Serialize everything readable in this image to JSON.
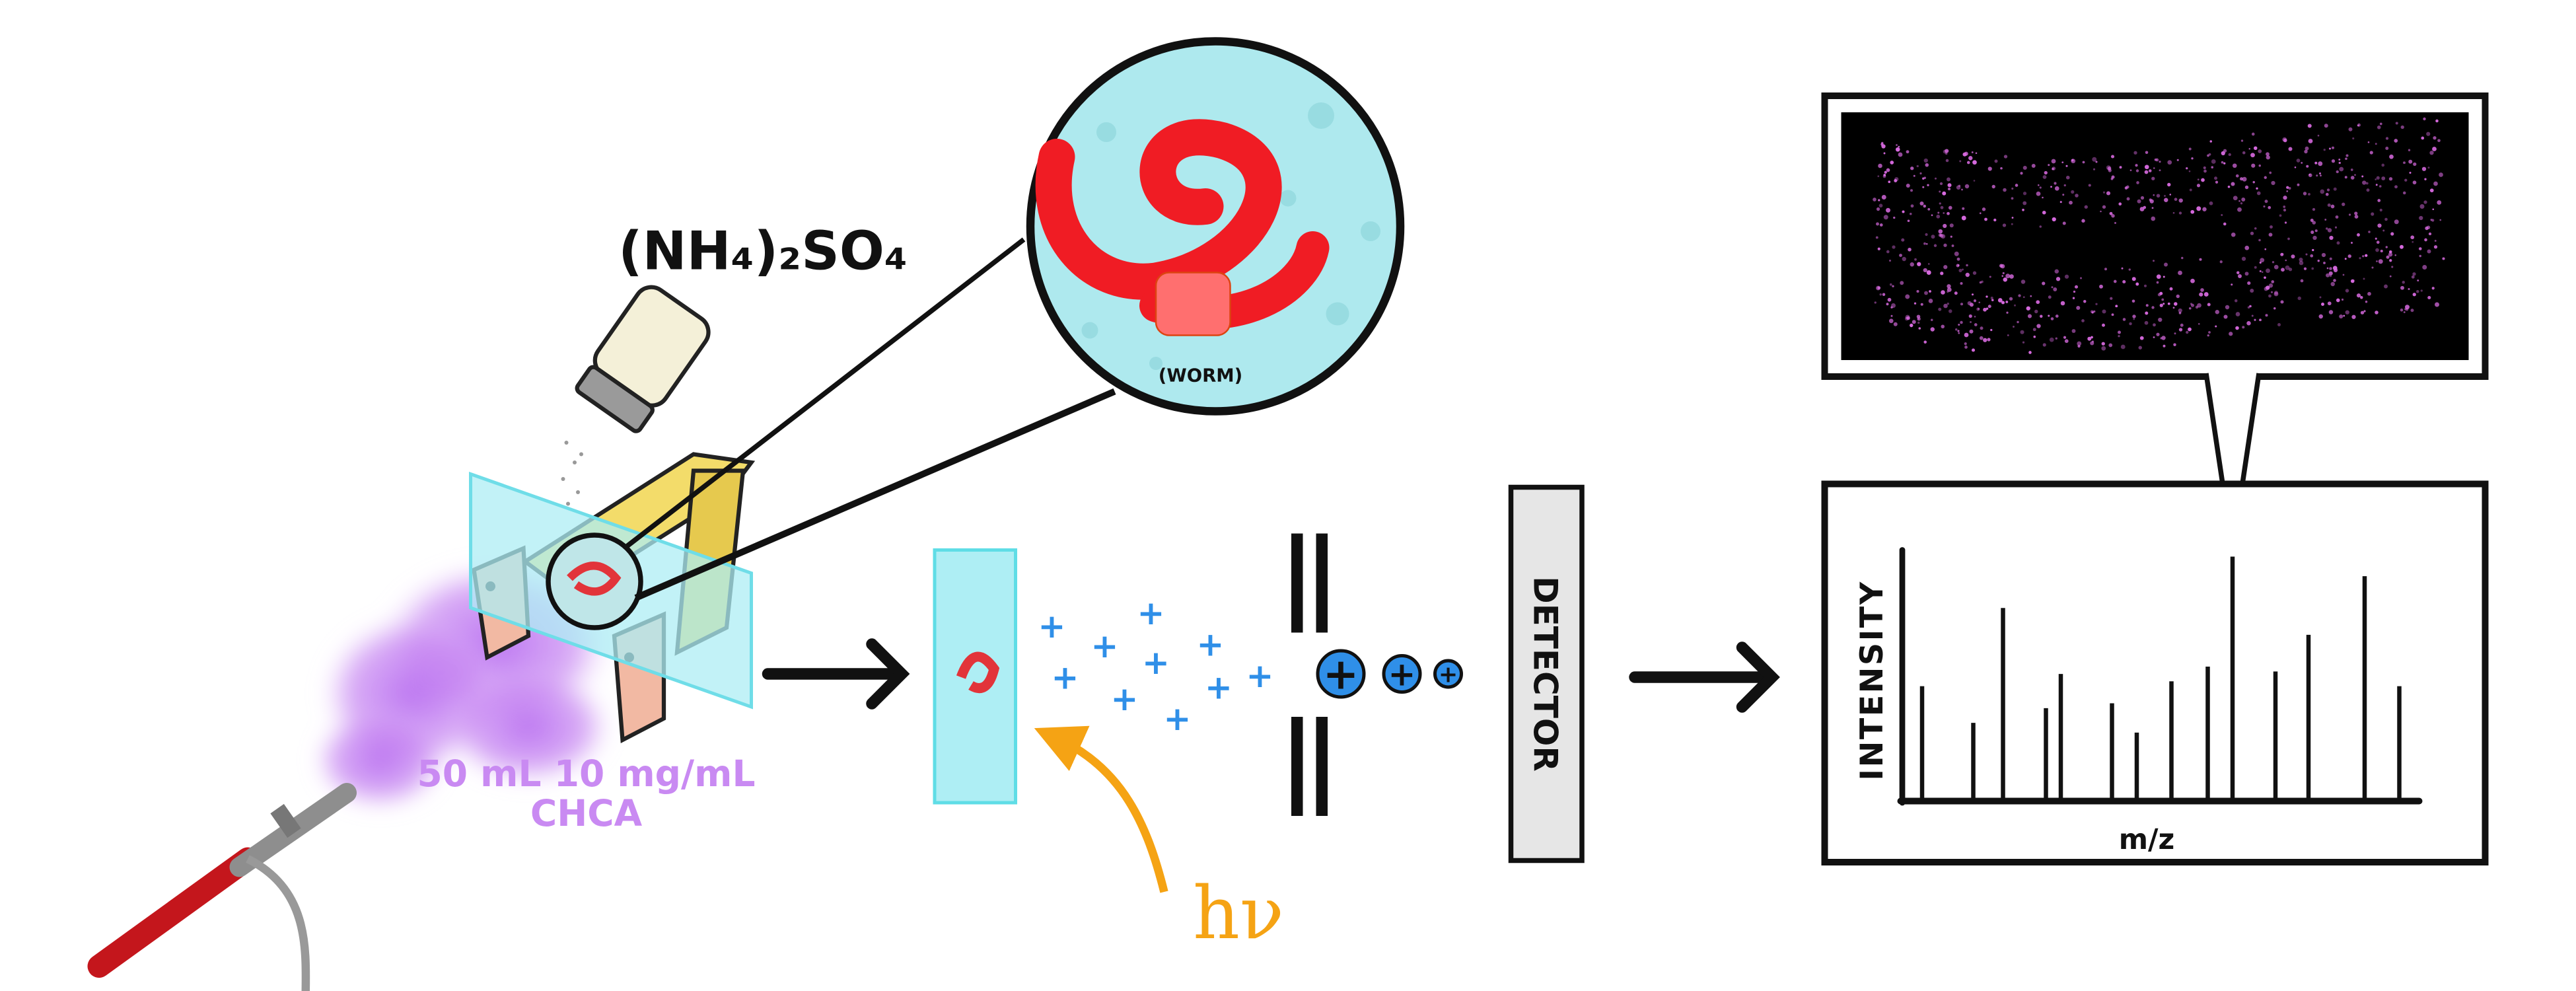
{
  "labels": {
    "reagent": "(NH₄)₂SO₄",
    "specimen": "(WORM)",
    "matrix_amount": "50 mL  10 mg/mL",
    "matrix_name": "CHCA",
    "laser": "hν",
    "detector": "DETECTOR",
    "y_axis": "INTENSITY",
    "x_axis": "m/z"
  },
  "colors": {
    "matrix_purple": "#c98af2",
    "slide_cyan": "#aeeef4",
    "ion_blue": "#2f8fe8",
    "laser_orange": "#f5a314",
    "highlight_green": "#22dd88",
    "worm_red": "#f01c24",
    "detector_gray": "#e6e6e6",
    "image_magenta": "#d86ae0"
  },
  "icons": [
    "salt-shaker-icon",
    "airbrush-icon",
    "slide-holder-icon",
    "arrow-right-icon",
    "laser-arrow-icon",
    "ion-icon",
    "electrode-icon"
  ],
  "spectrum": {
    "type": "stick",
    "relative_intensities": [
      0.47,
      0.32,
      0.79,
      0.38,
      0.52,
      0.4,
      0.28,
      0.49,
      0.55,
      1.0,
      0.53,
      0.68,
      0.92,
      0.47
    ],
    "highlighted_peak_index": 9
  }
}
